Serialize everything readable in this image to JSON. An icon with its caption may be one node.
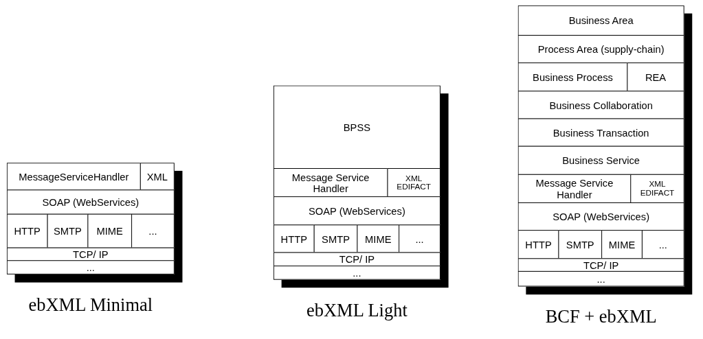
{
  "diagram": {
    "nodes": [
      {
        "text": [],
        "shape": "box",
        "beside": [
          "ebXML Minimal"
        ]
      },
      {
        "text": [
          "MessageServiceHandler"
        ],
        "in": 0
      },
      {
        "text": [
          "XML"
        ],
        "in": 0
      },
      {
        "text": [
          "SOAP (WebServices)"
        ],
        "in": 0
      },
      {
        "text": [
          "HTTP"
        ],
        "in": 0
      },
      {
        "text": [
          "SMTP"
        ],
        "in": 0
      },
      {
        "text": [
          "MIME"
        ],
        "in": 0
      },
      {
        "text": [
          "..."
        ],
        "in": 0
      },
      {
        "text": [
          "TCP/ IP"
        ],
        "in": 0
      },
      {
        "text": [
          "..."
        ],
        "in": 0
      },
      {
        "text": [],
        "shape": "box",
        "beside": [
          "ebXML Light"
        ]
      },
      {
        "text": [
          "BPSS"
        ],
        "in": 10
      },
      {
        "text": [
          "Message Service Handler"
        ],
        "in": 10
      },
      {
        "text": [
          "XML EDIFACT"
        ],
        "in": 10
      },
      {
        "text": [
          "SOAP (WebServices)"
        ],
        "in": 10
      },
      {
        "text": [
          "HTTP"
        ],
        "in": 10
      },
      {
        "text": [
          "SMTP"
        ],
        "in": 10
      },
      {
        "text": [
          "MIME"
        ],
        "in": 10
      },
      {
        "text": [
          "..."
        ],
        "in": 10
      },
      {
        "text": [
          "TCP/ IP"
        ],
        "in": 10
      },
      {
        "text": [
          "..."
        ],
        "in": 10
      },
      {
        "text": [],
        "shape": "box",
        "beside": [
          "BCF + ebXML"
        ]
      },
      {
        "text": [
          "Business Area"
        ],
        "in": 21
      },
      {
        "text": [
          "Process Area (supply-chain)"
        ],
        "in": 21
      },
      {
        "text": [
          "Business Process"
        ],
        "in": 21
      },
      {
        "text": [
          "REA"
        ],
        "in": 21
      },
      {
        "text": [
          "Business Collaboration"
        ],
        "in": 21
      },
      {
        "text": [
          "Business Transaction"
        ],
        "in": 21
      },
      {
        "text": [
          "Business Service"
        ],
        "in": 21
      },
      {
        "text": [
          "Message Service Handler"
        ],
        "in": 21
      },
      {
        "text": [
          "XML EDIFACT"
        ],
        "in": 21
      },
      {
        "text": [
          "SOAP (WebServices)"
        ],
        "in": 21
      },
      {
        "text": [
          "HTTP"
        ],
        "in": 21
      },
      {
        "text": [
          "SMTP"
        ],
        "in": 21
      },
      {
        "text": [
          "MIME"
        ],
        "in": 21
      },
      {
        "text": [
          "..."
        ],
        "in": 21
      },
      {
        "text": [
          "TCP/ IP"
        ],
        "in": 21
      },
      {
        "text": [
          "..."
        ],
        "in": 21
      }
    ]
  }
}
